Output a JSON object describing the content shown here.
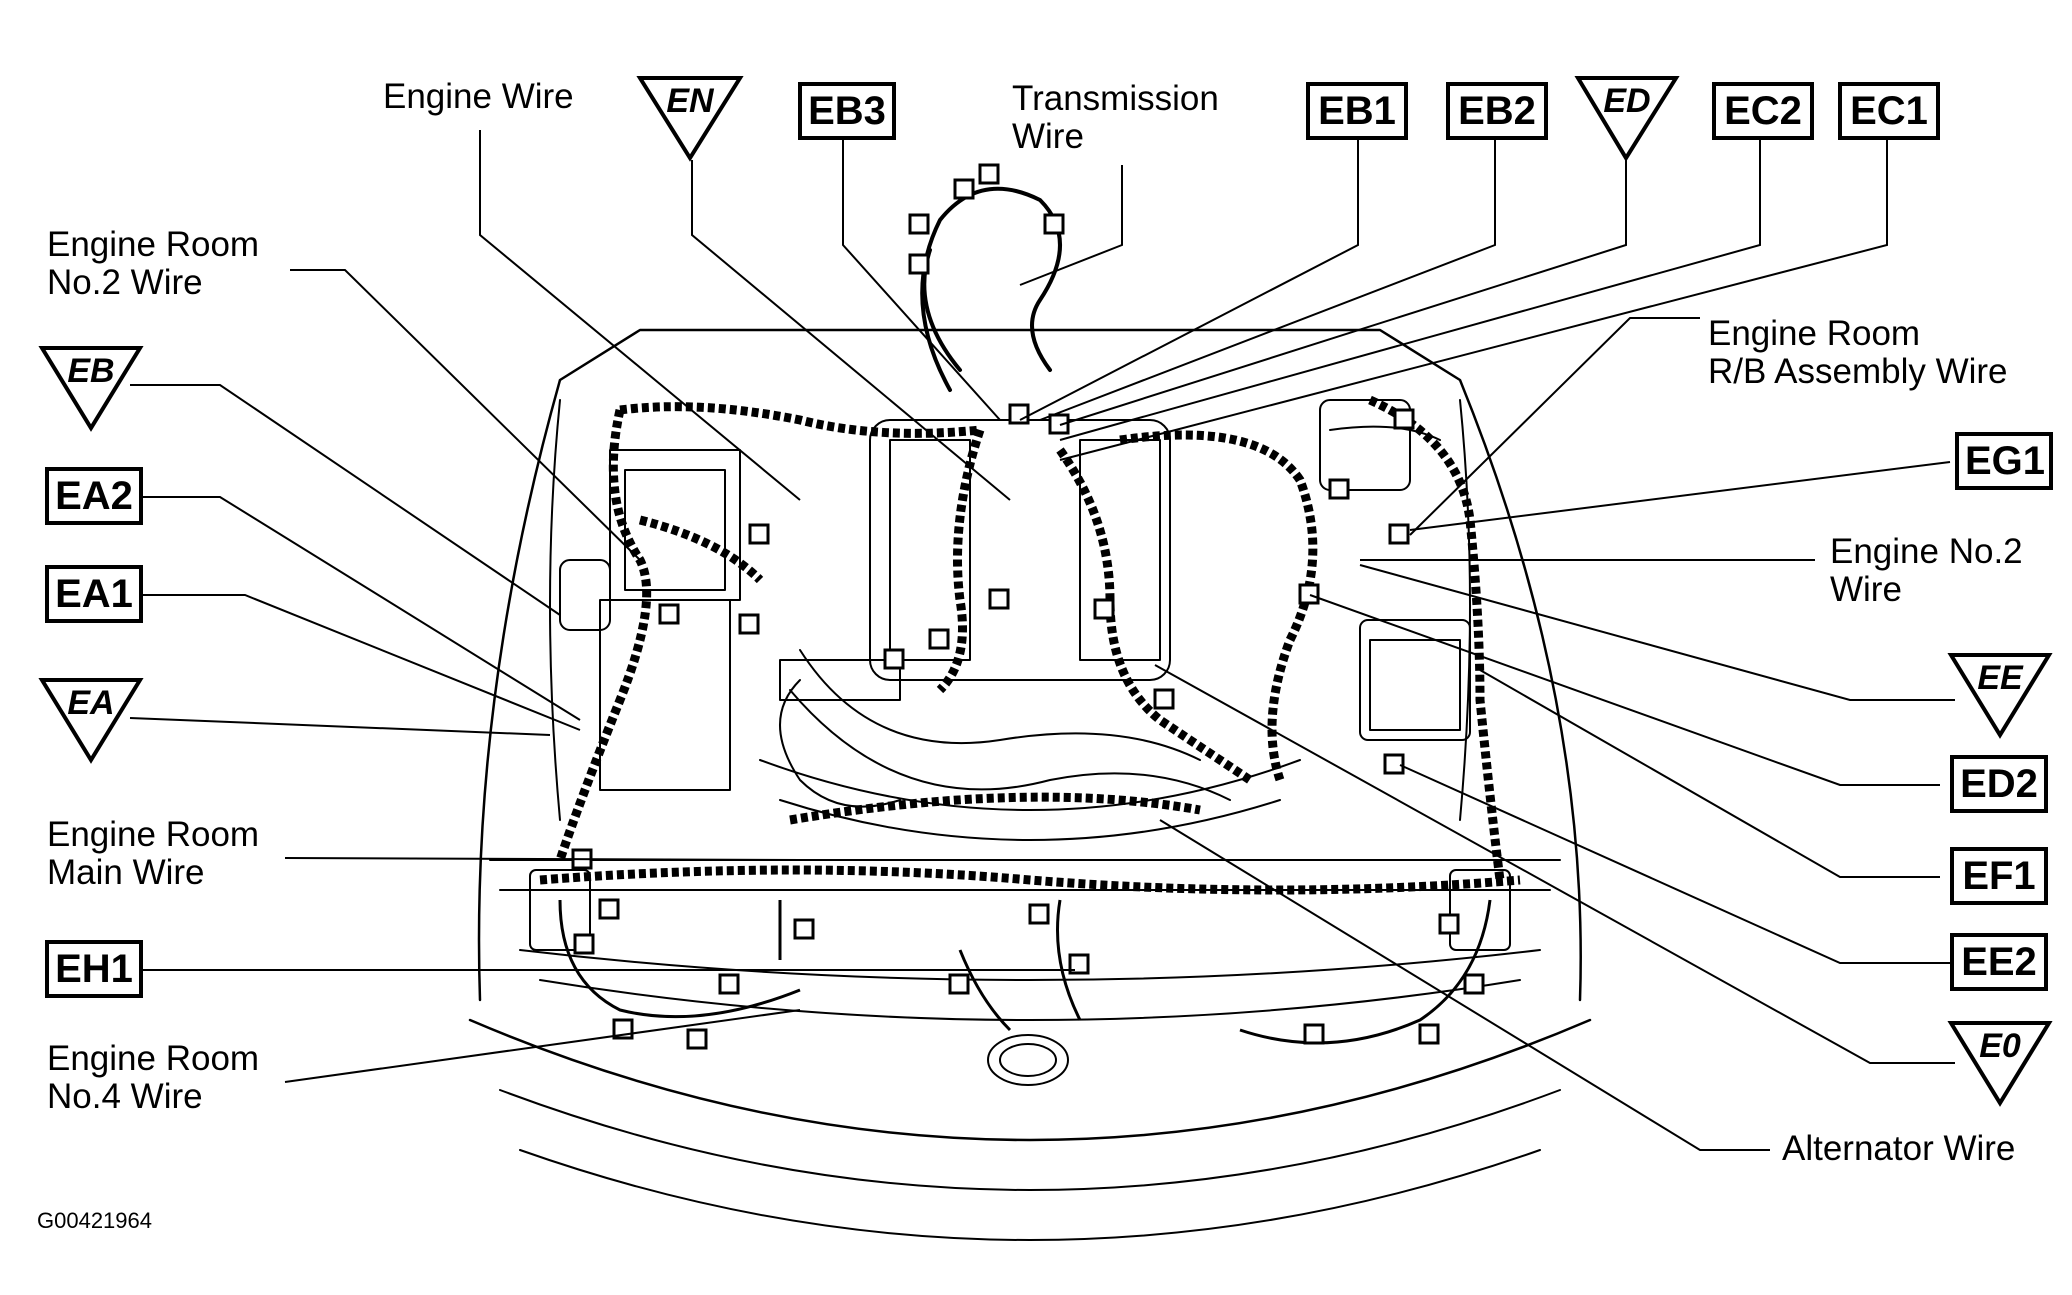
{
  "figure_id": "G00421964",
  "wire_labels": {
    "engine_wire": [
      "Engine Wire"
    ],
    "transmission_wire": [
      "Transmission",
      "Wire"
    ],
    "engine_room_no2_wire": [
      "Engine Room",
      "No.2 Wire"
    ],
    "engine_room_rb_assembly_wire": [
      "Engine Room",
      "R/B Assembly Wire"
    ],
    "engine_no2_wire": [
      "Engine No.2",
      "Wire"
    ],
    "engine_room_main_wire": [
      "Engine Room",
      "Main Wire"
    ],
    "engine_room_no4_wire": [
      "Engine Room",
      "No.4 Wire"
    ],
    "alternator_wire": [
      "Alternator Wire"
    ]
  },
  "connectors": {
    "boxed": {
      "EB3": "EB3",
      "EB1": "EB1",
      "EB2": "EB2",
      "EC2": "EC2",
      "EC1": "EC1",
      "EA2": "EA2",
      "EA1": "EA1",
      "EH1": "EH1",
      "EG1": "EG1",
      "ED2": "ED2",
      "EF1": "EF1",
      "EE2": "EE2"
    },
    "ground_points": {
      "EN": "EN",
      "ED": "ED",
      "EB": "EB",
      "EA": "EA",
      "EE": "EE",
      "E0": "E0"
    }
  },
  "colors": {
    "line": "#000000",
    "background": "#ffffff"
  }
}
